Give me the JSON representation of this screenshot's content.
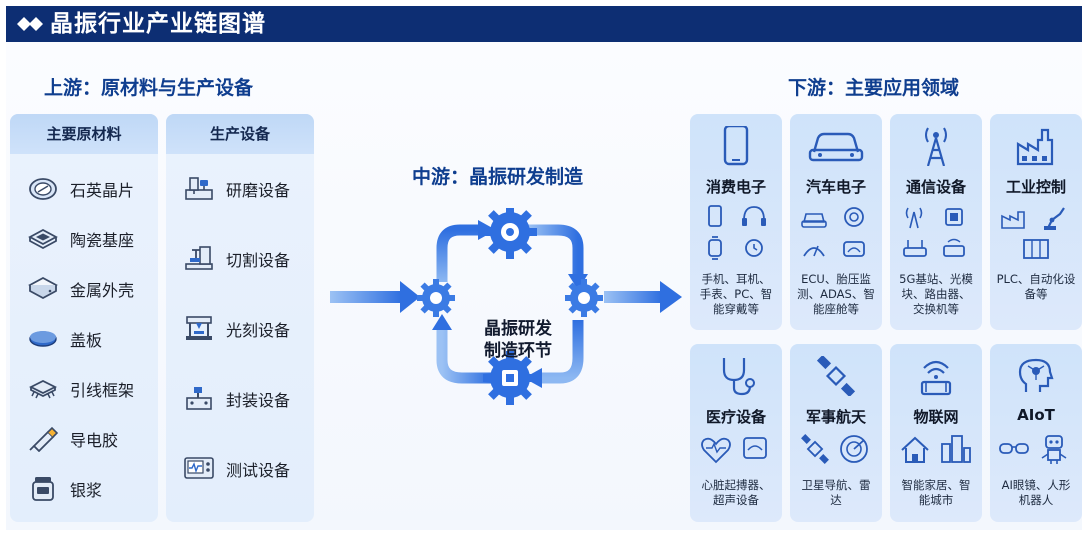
{
  "header": {
    "title": "晶振行业产业链图谱"
  },
  "upstream": {
    "title": "上游：原材料与生产设备",
    "materials": {
      "heading": "主要原材料",
      "items": [
        {
          "label": "石英晶片",
          "icon": "quartz-wafer-icon"
        },
        {
          "label": "陶瓷基座",
          "icon": "ceramic-base-icon"
        },
        {
          "label": "金属外壳",
          "icon": "metal-case-icon"
        },
        {
          "label": "盖板",
          "icon": "cover-plate-icon"
        },
        {
          "label": "引线框架",
          "icon": "lead-frame-icon"
        },
        {
          "label": "导电胶",
          "icon": "conductive-glue-icon"
        },
        {
          "label": "银浆",
          "icon": "silver-paste-icon"
        }
      ]
    },
    "equipment": {
      "heading": "生产设备",
      "items": [
        {
          "label": "研磨设备",
          "icon": "grinding-machine-icon"
        },
        {
          "label": "切割设备",
          "icon": "cutting-machine-icon"
        },
        {
          "label": "光刻设备",
          "icon": "lithography-machine-icon"
        },
        {
          "label": "封装设备",
          "icon": "packaging-machine-icon"
        },
        {
          "label": "测试设备",
          "icon": "testing-machine-icon"
        }
      ]
    }
  },
  "midstream": {
    "title": "中游：晶振研发制造",
    "center_line1": "晶振研发",
    "center_line2": "制造环节"
  },
  "downstream": {
    "title": "下游：主要应用领域",
    "cards": [
      {
        "name": "消费电子",
        "icon": "smartphone-icon",
        "desc": "手机、耳机、手表、PC、智能穿戴等"
      },
      {
        "name": "汽车电子",
        "icon": "car-icon",
        "desc": "ECU、胎压监测、ADAS、智能座舱等"
      },
      {
        "name": "通信设备",
        "icon": "signal-tower-icon",
        "desc": "5G基站、光模块、路由器、交换机等"
      },
      {
        "name": "工业控制",
        "icon": "factory-icon",
        "desc": "PLC、自动化设备等"
      },
      {
        "name": "医疗设备",
        "icon": "stethoscope-icon",
        "desc": "心脏起搏器、超声设备"
      },
      {
        "name": "军事航天",
        "icon": "satellite-icon",
        "desc": "卫星导航、雷达"
      },
      {
        "name": "物联网",
        "icon": "wifi-router-icon",
        "desc": "智能家居、智能城市"
      },
      {
        "name": "AIoT",
        "icon": "ai-head-icon",
        "desc": "AI眼镜、人形机器人"
      }
    ]
  },
  "colors": {
    "header_bg": "#0d2e73",
    "title_blue": "#0f3e8f",
    "icon_blue": "#2a6bd6",
    "arrow_blue": "#2f6fe0"
  }
}
